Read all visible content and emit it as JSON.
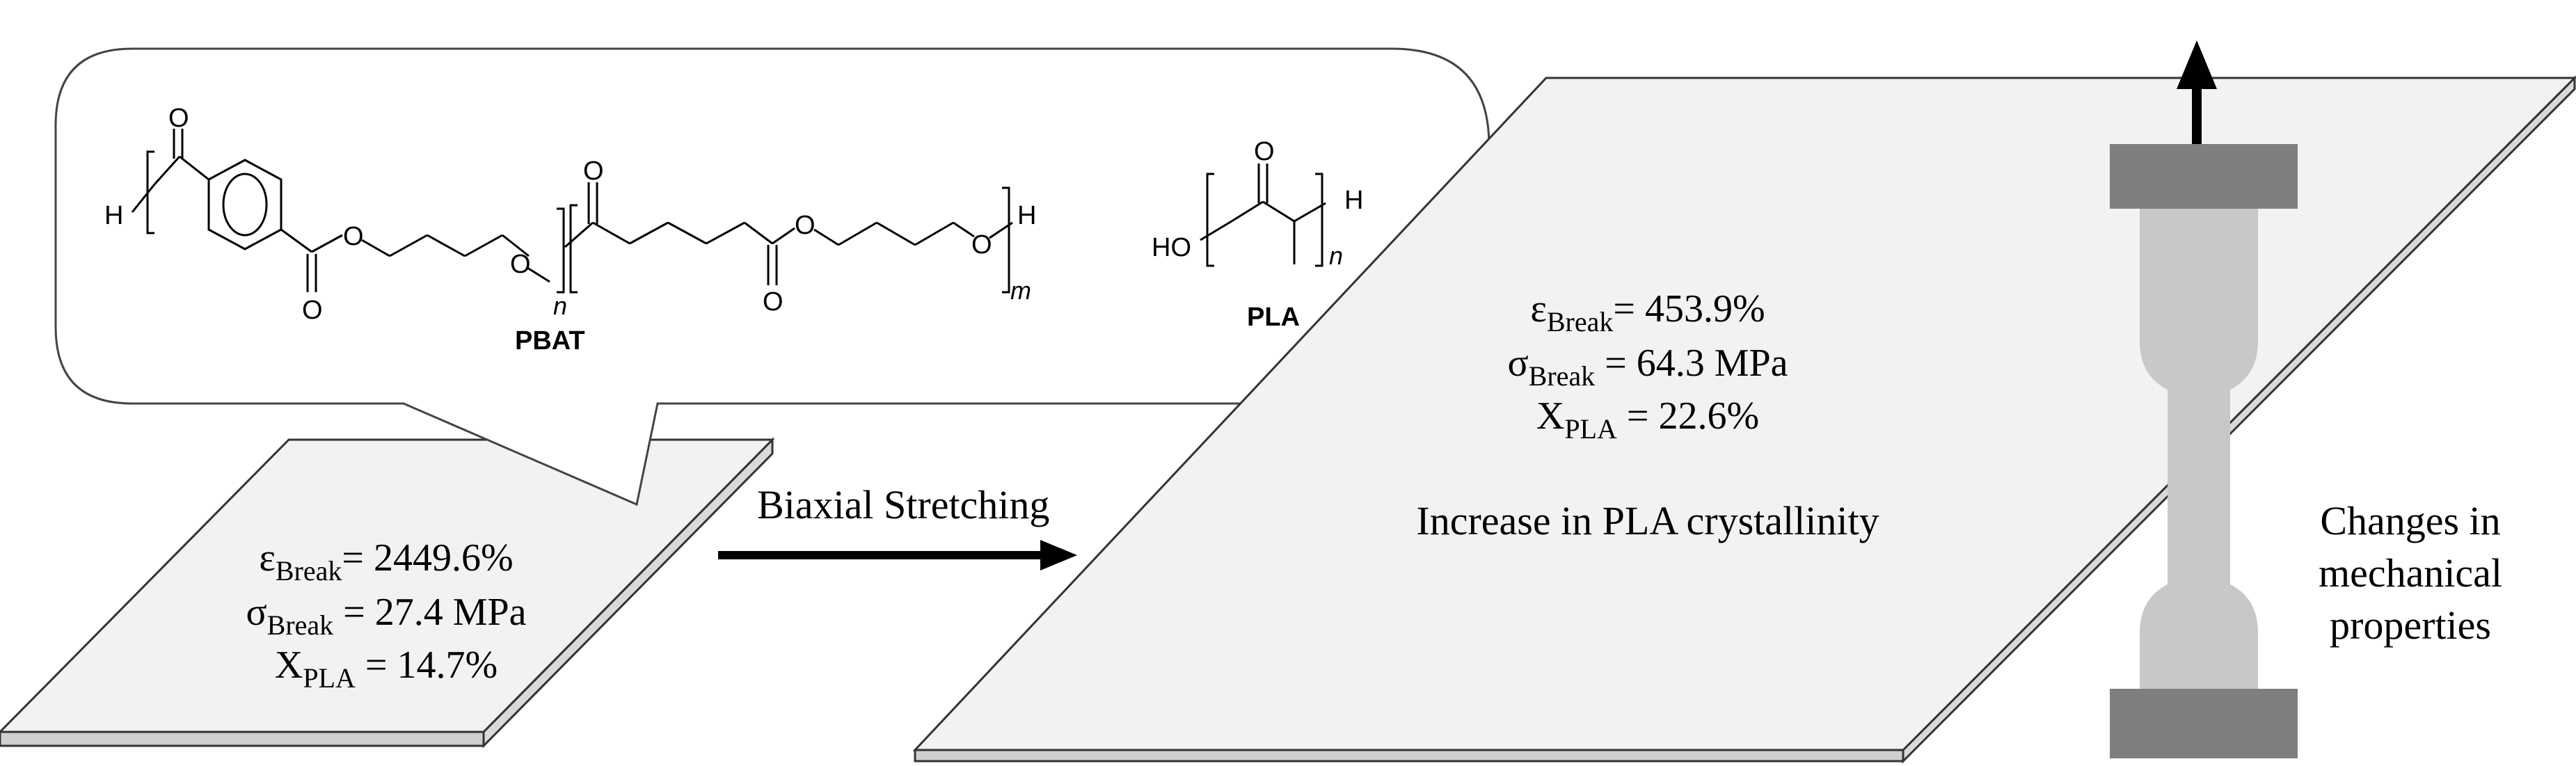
{
  "left_sheet": {
    "e_sym": "ε",
    "e_sub": "Break",
    "e_val": "= 2449.6%",
    "s_sym": "σ",
    "s_sub": "Break",
    "s_val": " = 27.4 MPa",
    "x_sym": "X",
    "x_sub": "PLA",
    "x_val": " = 14.7%"
  },
  "right_sheet": {
    "e_sym": "ε",
    "e_sub": "Break",
    "e_val": "= 453.9%",
    "s_sym": "σ",
    "s_sub": "Break",
    "s_val": " = 64.3 MPa",
    "x_sym": "X",
    "x_sub": "PLA",
    "x_val": " = 22.6%",
    "note": "Increase in PLA crystallinity"
  },
  "process_label": "Biaxial Stretching",
  "mechanical_label": [
    "Changes in",
    "mechanical",
    "properties"
  ],
  "chem": {
    "pbat_name": "PBAT",
    "pla_name": "PLA",
    "H": "H",
    "O": "O",
    "HO": "HO",
    "n": "n",
    "m": "m"
  },
  "colors": {
    "sheet_fill": "#f2f2f2",
    "sheet_edge": "#cfcfcf",
    "grip": "#7f7f7f",
    "specimen": "#c8c8c8"
  }
}
